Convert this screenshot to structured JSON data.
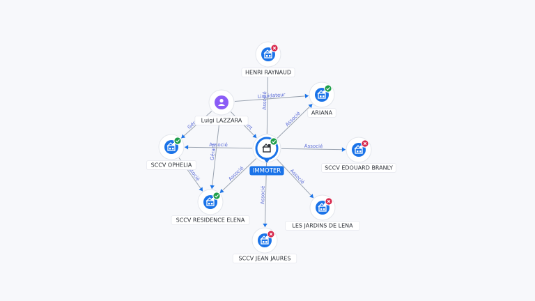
{
  "center": {
    "id": "center",
    "label": "IMMOTER",
    "status": "ok",
    "icon": "building-icon",
    "kind": "company"
  },
  "nodes": [
    {
      "id": "henri",
      "label": "HENRI RAYNAUD",
      "status": "error",
      "icon": "building-icon",
      "kind": "company"
    },
    {
      "id": "ariana",
      "label": "ARIANA",
      "status": "ok",
      "icon": "building-icon",
      "kind": "company"
    },
    {
      "id": "luigi",
      "label": "Luigi LAZZARA",
      "status": "none",
      "icon": "person-icon",
      "kind": "person"
    },
    {
      "id": "ophelia",
      "label": "SCCV OPHELIA",
      "status": "ok",
      "icon": "building-icon",
      "kind": "company"
    },
    {
      "id": "edouard",
      "label": "SCCV EDOUARD BRANLY",
      "status": "error",
      "icon": "building-icon",
      "kind": "company"
    },
    {
      "id": "elena",
      "label": "SCCV RESIDENCE ELENA",
      "status": "ok",
      "icon": "building-icon",
      "kind": "company"
    },
    {
      "id": "lena",
      "label": "LES JARDINS DE LENA",
      "status": "error",
      "icon": "building-icon",
      "kind": "company"
    },
    {
      "id": "jaures",
      "label": "SCCV JEAN JAURES",
      "status": "error",
      "icon": "building-icon",
      "kind": "company"
    }
  ],
  "edges": [
    {
      "from": "center",
      "to": "henri",
      "label": "Associé"
    },
    {
      "from": "center",
      "to": "ariana",
      "label": "Associé"
    },
    {
      "from": "center",
      "to": "ophelia",
      "label": "Associé"
    },
    {
      "from": "center",
      "to": "edouard",
      "label": "Associé"
    },
    {
      "from": "center",
      "to": "elena",
      "label": "Associé"
    },
    {
      "from": "center",
      "to": "lena",
      "label": "Associé"
    },
    {
      "from": "center",
      "to": "jaures",
      "label": "Associé"
    },
    {
      "from": "luigi",
      "to": "center",
      "label": "Gérant"
    },
    {
      "from": "luigi",
      "to": "ariana",
      "label": "Liquidateur"
    },
    {
      "from": "luigi",
      "to": "ophelia",
      "label": "Gérant"
    },
    {
      "from": "luigi",
      "to": "elena",
      "label": "Gérant"
    },
    {
      "from": "ophelia",
      "to": "elena",
      "label": "Associé"
    }
  ],
  "colors": {
    "accent": "#1a73e8",
    "ok": "#1e9e4a",
    "error": "#d6264b",
    "edge": "#9aa3b0",
    "edge_label": "#5b6cd6",
    "person": "#8b5cf6",
    "label_text": "#2b2f36"
  }
}
